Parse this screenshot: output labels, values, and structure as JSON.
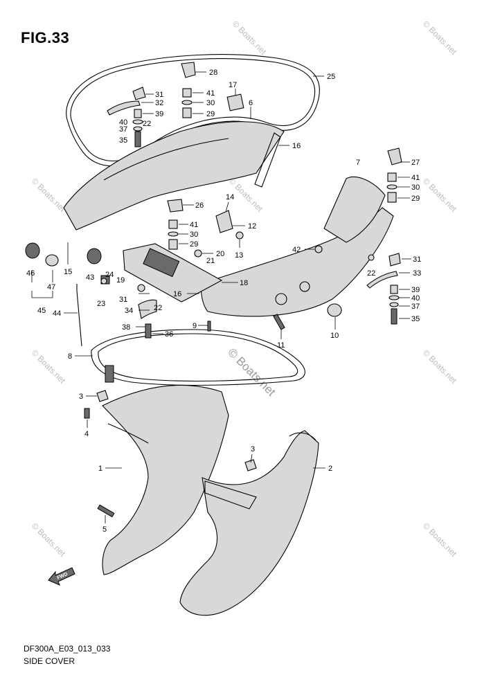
{
  "figure": {
    "title": "FIG.33",
    "code": "DF300A_E03_013_033",
    "caption": "SIDE COVER",
    "fwd_label": "FWD"
  },
  "watermark": {
    "text": "© Boats.net",
    "large_text": "© Boats.net"
  },
  "callouts": [
    {
      "id": "c28",
      "label": "28"
    },
    {
      "id": "c25",
      "label": "25"
    },
    {
      "id": "c31a",
      "label": "31"
    },
    {
      "id": "c41a",
      "label": "41"
    },
    {
      "id": "c17",
      "label": "17"
    },
    {
      "id": "c32",
      "label": "32"
    },
    {
      "id": "c30a",
      "label": "30"
    },
    {
      "id": "c6",
      "label": "6"
    },
    {
      "id": "c29a",
      "label": "29"
    },
    {
      "id": "c39a",
      "label": "39"
    },
    {
      "id": "c40a",
      "label": "40"
    },
    {
      "id": "c22a",
      "label": "22"
    },
    {
      "id": "c37a",
      "label": "37"
    },
    {
      "id": "c35a",
      "label": "35"
    },
    {
      "id": "c16a",
      "label": "16"
    },
    {
      "id": "c7",
      "label": "7"
    },
    {
      "id": "c27",
      "label": "27"
    },
    {
      "id": "c41b",
      "label": "41"
    },
    {
      "id": "c30b",
      "label": "30"
    },
    {
      "id": "c29b",
      "label": "29"
    },
    {
      "id": "c26",
      "label": "26"
    },
    {
      "id": "c14",
      "label": "14"
    },
    {
      "id": "c41c",
      "label": "41"
    },
    {
      "id": "c12",
      "label": "12"
    },
    {
      "id": "c30c",
      "label": "30"
    },
    {
      "id": "c29c",
      "label": "29"
    },
    {
      "id": "c20",
      "label": "20"
    },
    {
      "id": "c13",
      "label": "13"
    },
    {
      "id": "c42",
      "label": "42"
    },
    {
      "id": "c21",
      "label": "21"
    },
    {
      "id": "c31b",
      "label": "31"
    },
    {
      "id": "c33",
      "label": "33"
    },
    {
      "id": "c15",
      "label": "15"
    },
    {
      "id": "c46",
      "label": "46"
    },
    {
      "id": "c47",
      "label": "47"
    },
    {
      "id": "c43",
      "label": "43"
    },
    {
      "id": "c19",
      "label": "19"
    },
    {
      "id": "c24",
      "label": "24"
    },
    {
      "id": "c18",
      "label": "18"
    },
    {
      "id": "c22b",
      "label": "22"
    },
    {
      "id": "c39b",
      "label": "39"
    },
    {
      "id": "c40b",
      "label": "40"
    },
    {
      "id": "c37b",
      "label": "37"
    },
    {
      "id": "c35b",
      "label": "35"
    },
    {
      "id": "c45",
      "label": "45"
    },
    {
      "id": "c23",
      "label": "23"
    },
    {
      "id": "c31c",
      "label": "31"
    },
    {
      "id": "c22c",
      "label": "22"
    },
    {
      "id": "c44",
      "label": "44"
    },
    {
      "id": "c34",
      "label": "34"
    },
    {
      "id": "c16b",
      "label": "16"
    },
    {
      "id": "c38",
      "label": "38"
    },
    {
      "id": "c36",
      "label": "36"
    },
    {
      "id": "c9",
      "label": "9"
    },
    {
      "id": "c11",
      "label": "11"
    },
    {
      "id": "c10",
      "label": "10"
    },
    {
      "id": "c8",
      "label": "8"
    },
    {
      "id": "c3a",
      "label": "3"
    },
    {
      "id": "c4",
      "label": "4"
    },
    {
      "id": "c1",
      "label": "1"
    },
    {
      "id": "c2",
      "label": "2"
    },
    {
      "id": "c3b",
      "label": "3"
    },
    {
      "id": "c5",
      "label": "5"
    }
  ]
}
